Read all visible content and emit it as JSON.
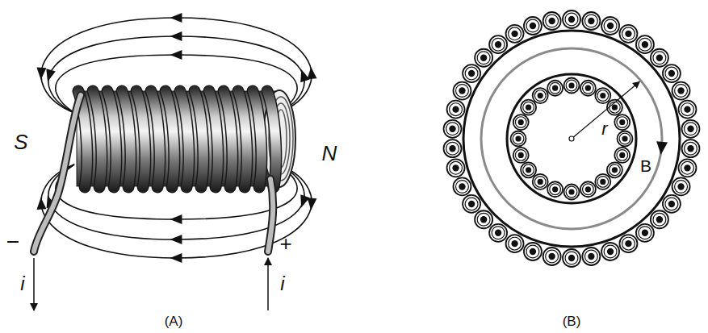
{
  "diagram": {
    "labels": [
      "S",
      "N",
      "−",
      "+",
      "i",
      "i",
      "r",
      "B",
      "(A)",
      "(B)"
    ]
  }
}
